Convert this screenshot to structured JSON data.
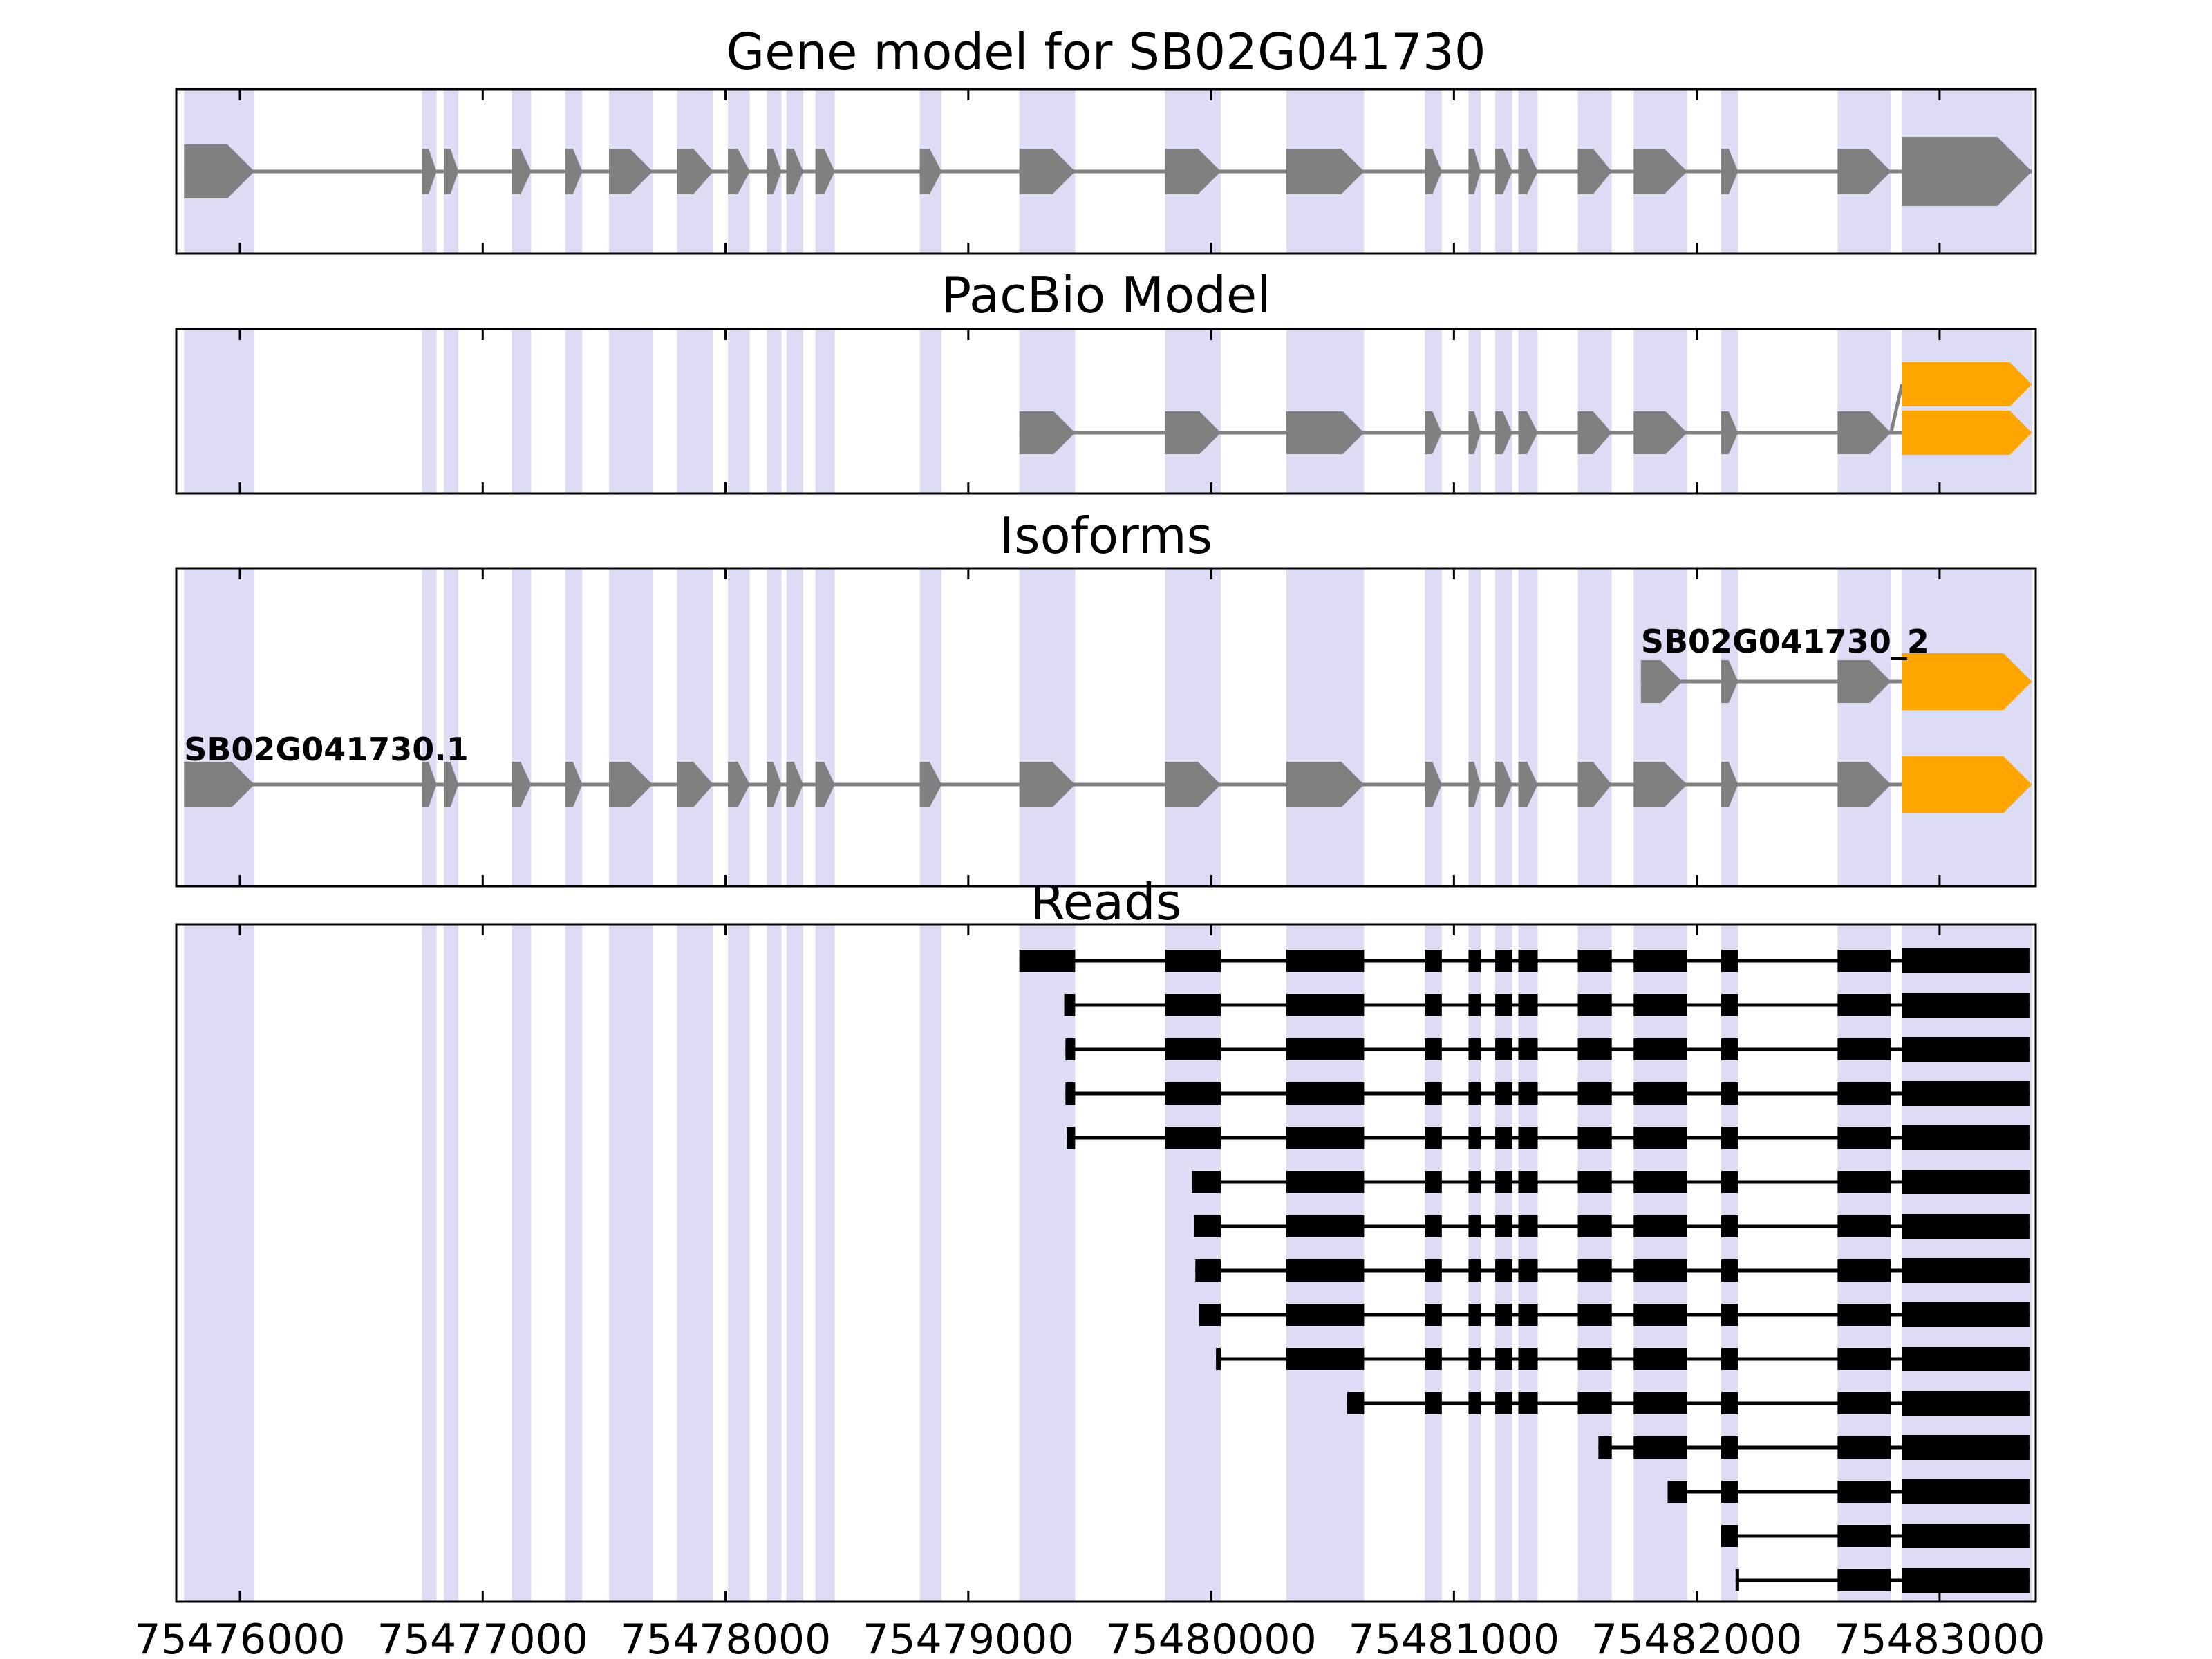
{
  "chart_data": {
    "type": "gene-structure",
    "panel_titles": {
      "gene_model": "Gene model for SB02G041730",
      "pacbio": "PacBio Model",
      "isoforms": "Isoforms",
      "reads": "Reads"
    },
    "xlim": [
      75475738,
      75483396
    ],
    "x_ticks": [
      75476000,
      75477000,
      75478000,
      75479000,
      75480000,
      75481000,
      75482000,
      75483000
    ],
    "highlight_bands": [
      [
        75475770,
        75476060
      ],
      [
        75476750,
        75476810
      ],
      [
        75476840,
        75476900
      ],
      [
        75477120,
        75477200
      ],
      [
        75477340,
        75477410
      ],
      [
        75477520,
        75477700
      ],
      [
        75477800,
        75477950
      ],
      [
        75478010,
        75478100
      ],
      [
        75478170,
        75478230
      ],
      [
        75478250,
        75478320
      ],
      [
        75478370,
        75478450
      ],
      [
        75478800,
        75478890
      ],
      [
        75479210,
        75479440
      ],
      [
        75479810,
        75480040
      ],
      [
        75480310,
        75480630
      ],
      [
        75480880,
        75480950
      ],
      [
        75481060,
        75481110
      ],
      [
        75481170,
        75481240
      ],
      [
        75481265,
        75481345
      ],
      [
        75481510,
        75481650
      ],
      [
        75481740,
        75481960
      ],
      [
        75482100,
        75482170
      ],
      [
        75482580,
        75482800
      ],
      [
        75482845,
        75483380
      ]
    ],
    "gene_model": {
      "name": "SB02G041730",
      "direction": "right",
      "exons": [
        [
          75475770,
          75476060
        ],
        [
          75476750,
          75476810
        ],
        [
          75476840,
          75476900
        ],
        [
          75477120,
          75477200
        ],
        [
          75477340,
          75477410
        ],
        [
          75477520,
          75477700
        ],
        [
          75477800,
          75477950
        ],
        [
          75478010,
          75478100
        ],
        [
          75478170,
          75478230
        ],
        [
          75478250,
          75478320
        ],
        [
          75478370,
          75478450
        ],
        [
          75478800,
          75478890
        ],
        [
          75479210,
          75479440
        ],
        [
          75479810,
          75480040
        ],
        [
          75480310,
          75480630
        ],
        [
          75480880,
          75480950
        ],
        [
          75481060,
          75481110
        ],
        [
          75481170,
          75481240
        ],
        [
          75481265,
          75481345
        ],
        [
          75481510,
          75481650
        ],
        [
          75481740,
          75481960
        ],
        [
          75482100,
          75482170
        ],
        [
          75482580,
          75482800
        ],
        [
          75482845,
          75483380
        ]
      ]
    },
    "pacbio_model": {
      "gray_exons": [
        [
          75479210,
          75479440
        ],
        [
          75479810,
          75480040
        ],
        [
          75480310,
          75480630
        ],
        [
          75480880,
          75480950
        ],
        [
          75481060,
          75481110
        ],
        [
          75481170,
          75481240
        ],
        [
          75481265,
          75481345
        ],
        [
          75481510,
          75481650
        ],
        [
          75481740,
          75481960
        ],
        [
          75482100,
          75482170
        ],
        [
          75482580,
          75482800
        ]
      ],
      "orange_exons": [
        [
          75482845,
          75483380
        ],
        [
          75482845,
          75483380
        ]
      ]
    },
    "isoforms": [
      {
        "label": "SB02G041730_2",
        "gray_exons": [
          [
            75481770,
            75481940
          ],
          [
            75482100,
            75482170
          ],
          [
            75482580,
            75482800
          ]
        ],
        "orange_exon": [
          75482845,
          75483380
        ]
      },
      {
        "label": "SB02G041730.1",
        "gray_exons": [
          [
            75475770,
            75476060
          ],
          [
            75476750,
            75476810
          ],
          [
            75476840,
            75476900
          ],
          [
            75477120,
            75477200
          ],
          [
            75477340,
            75477410
          ],
          [
            75477520,
            75477700
          ],
          [
            75477800,
            75477950
          ],
          [
            75478010,
            75478100
          ],
          [
            75478170,
            75478230
          ],
          [
            75478250,
            75478320
          ],
          [
            75478370,
            75478450
          ],
          [
            75478800,
            75478890
          ],
          [
            75479210,
            75479440
          ],
          [
            75479810,
            75480040
          ],
          [
            75480310,
            75480630
          ],
          [
            75480880,
            75480950
          ],
          [
            75481060,
            75481110
          ],
          [
            75481170,
            75481240
          ],
          [
            75481265,
            75481345
          ],
          [
            75481510,
            75481650
          ],
          [
            75481740,
            75481960
          ],
          [
            75482100,
            75482170
          ],
          [
            75482580,
            75482800
          ]
        ],
        "orange_exon": [
          75482845,
          75483380
        ]
      }
    ],
    "reads": {
      "count": 15,
      "starts": [
        75479210,
        75479395,
        75479400,
        75479400,
        75479405,
        75479920,
        75479930,
        75479935,
        75479950,
        75480020,
        75480560,
        75481595,
        75481880,
        75482100,
        75482160
      ],
      "end": 75483370
    }
  },
  "colors": {
    "band": "#dcdcf5",
    "exon": "#808080",
    "orange": "#ffa500",
    "read": "#000000",
    "frame": "#000000"
  }
}
